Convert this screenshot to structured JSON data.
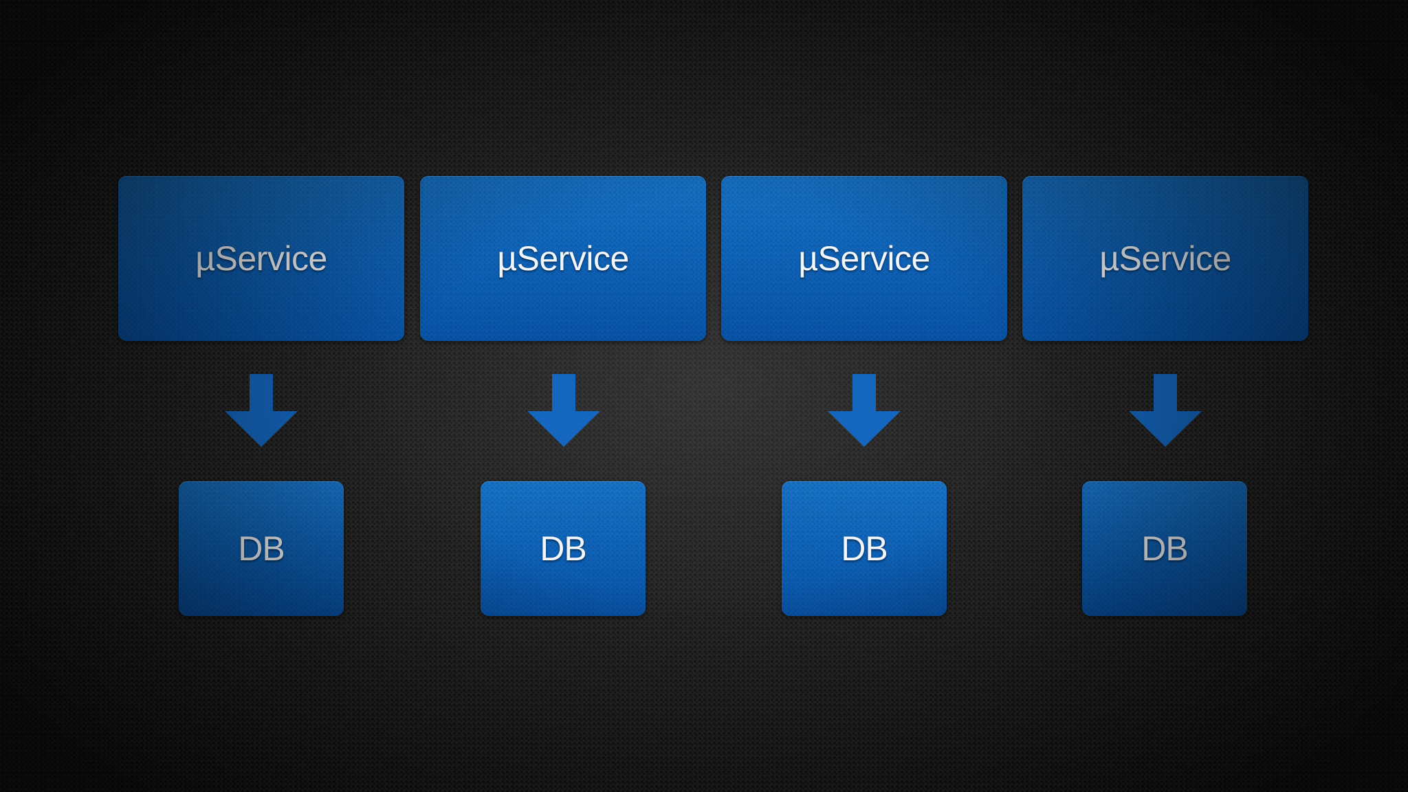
{
  "diagram": {
    "columns": [
      {
        "service": {
          "label": "µService"
        },
        "db": {
          "label": "DB"
        }
      },
      {
        "service": {
          "label": "µService"
        },
        "db": {
          "label": "DB"
        }
      },
      {
        "service": {
          "label": "µService"
        },
        "db": {
          "label": "DB"
        }
      },
      {
        "service": {
          "label": "µService"
        },
        "db": {
          "label": "DB"
        }
      }
    ],
    "connections": [
      {
        "from": "µService",
        "to": "DB"
      },
      {
        "from": "µService",
        "to": "DB"
      },
      {
        "from": "µService",
        "to": "DB"
      },
      {
        "from": "µService",
        "to": "DB"
      }
    ]
  },
  "colors": {
    "box": "#0e62b8",
    "arrow": "#1466be",
    "text": "#f2f6fb",
    "background": "#2a2a2a"
  },
  "icons": {
    "connector": "arrow-down-icon"
  }
}
